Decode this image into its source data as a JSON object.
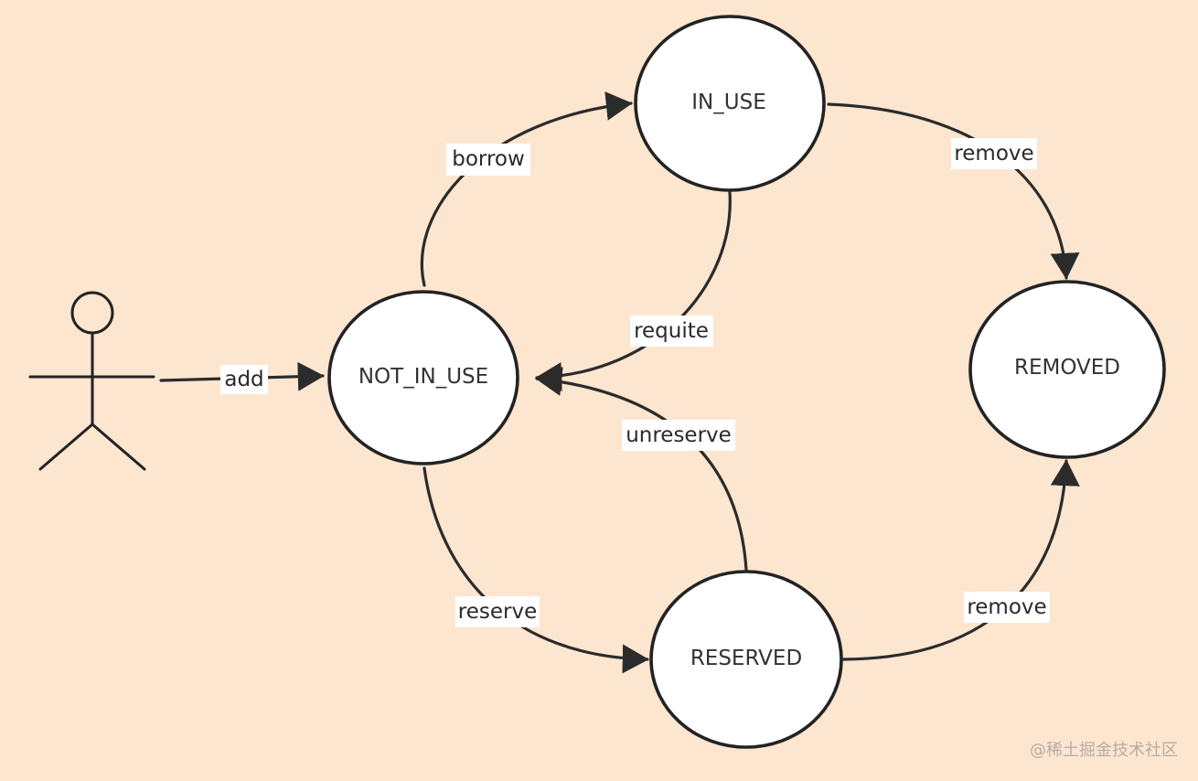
{
  "diagram": {
    "states": {
      "in_use": "IN_USE",
      "not_in_use": "NOT_IN_USE",
      "removed": "REMOVED",
      "reserved": "RESERVED"
    },
    "transitions": {
      "add": "add",
      "borrow": "borrow",
      "requite": "requite",
      "remove_top": "remove",
      "unreserve": "unreserve",
      "reserve": "reserve",
      "remove_bottom": "remove"
    }
  },
  "watermark": "@稀土掘金技术社区",
  "colors": {
    "background": "#fce6d0",
    "stroke": "#232323",
    "node_fill": "#ffffff"
  },
  "icons": {
    "actor": "stick-figure-actor-icon",
    "arrowhead": "arrowhead-icon"
  }
}
